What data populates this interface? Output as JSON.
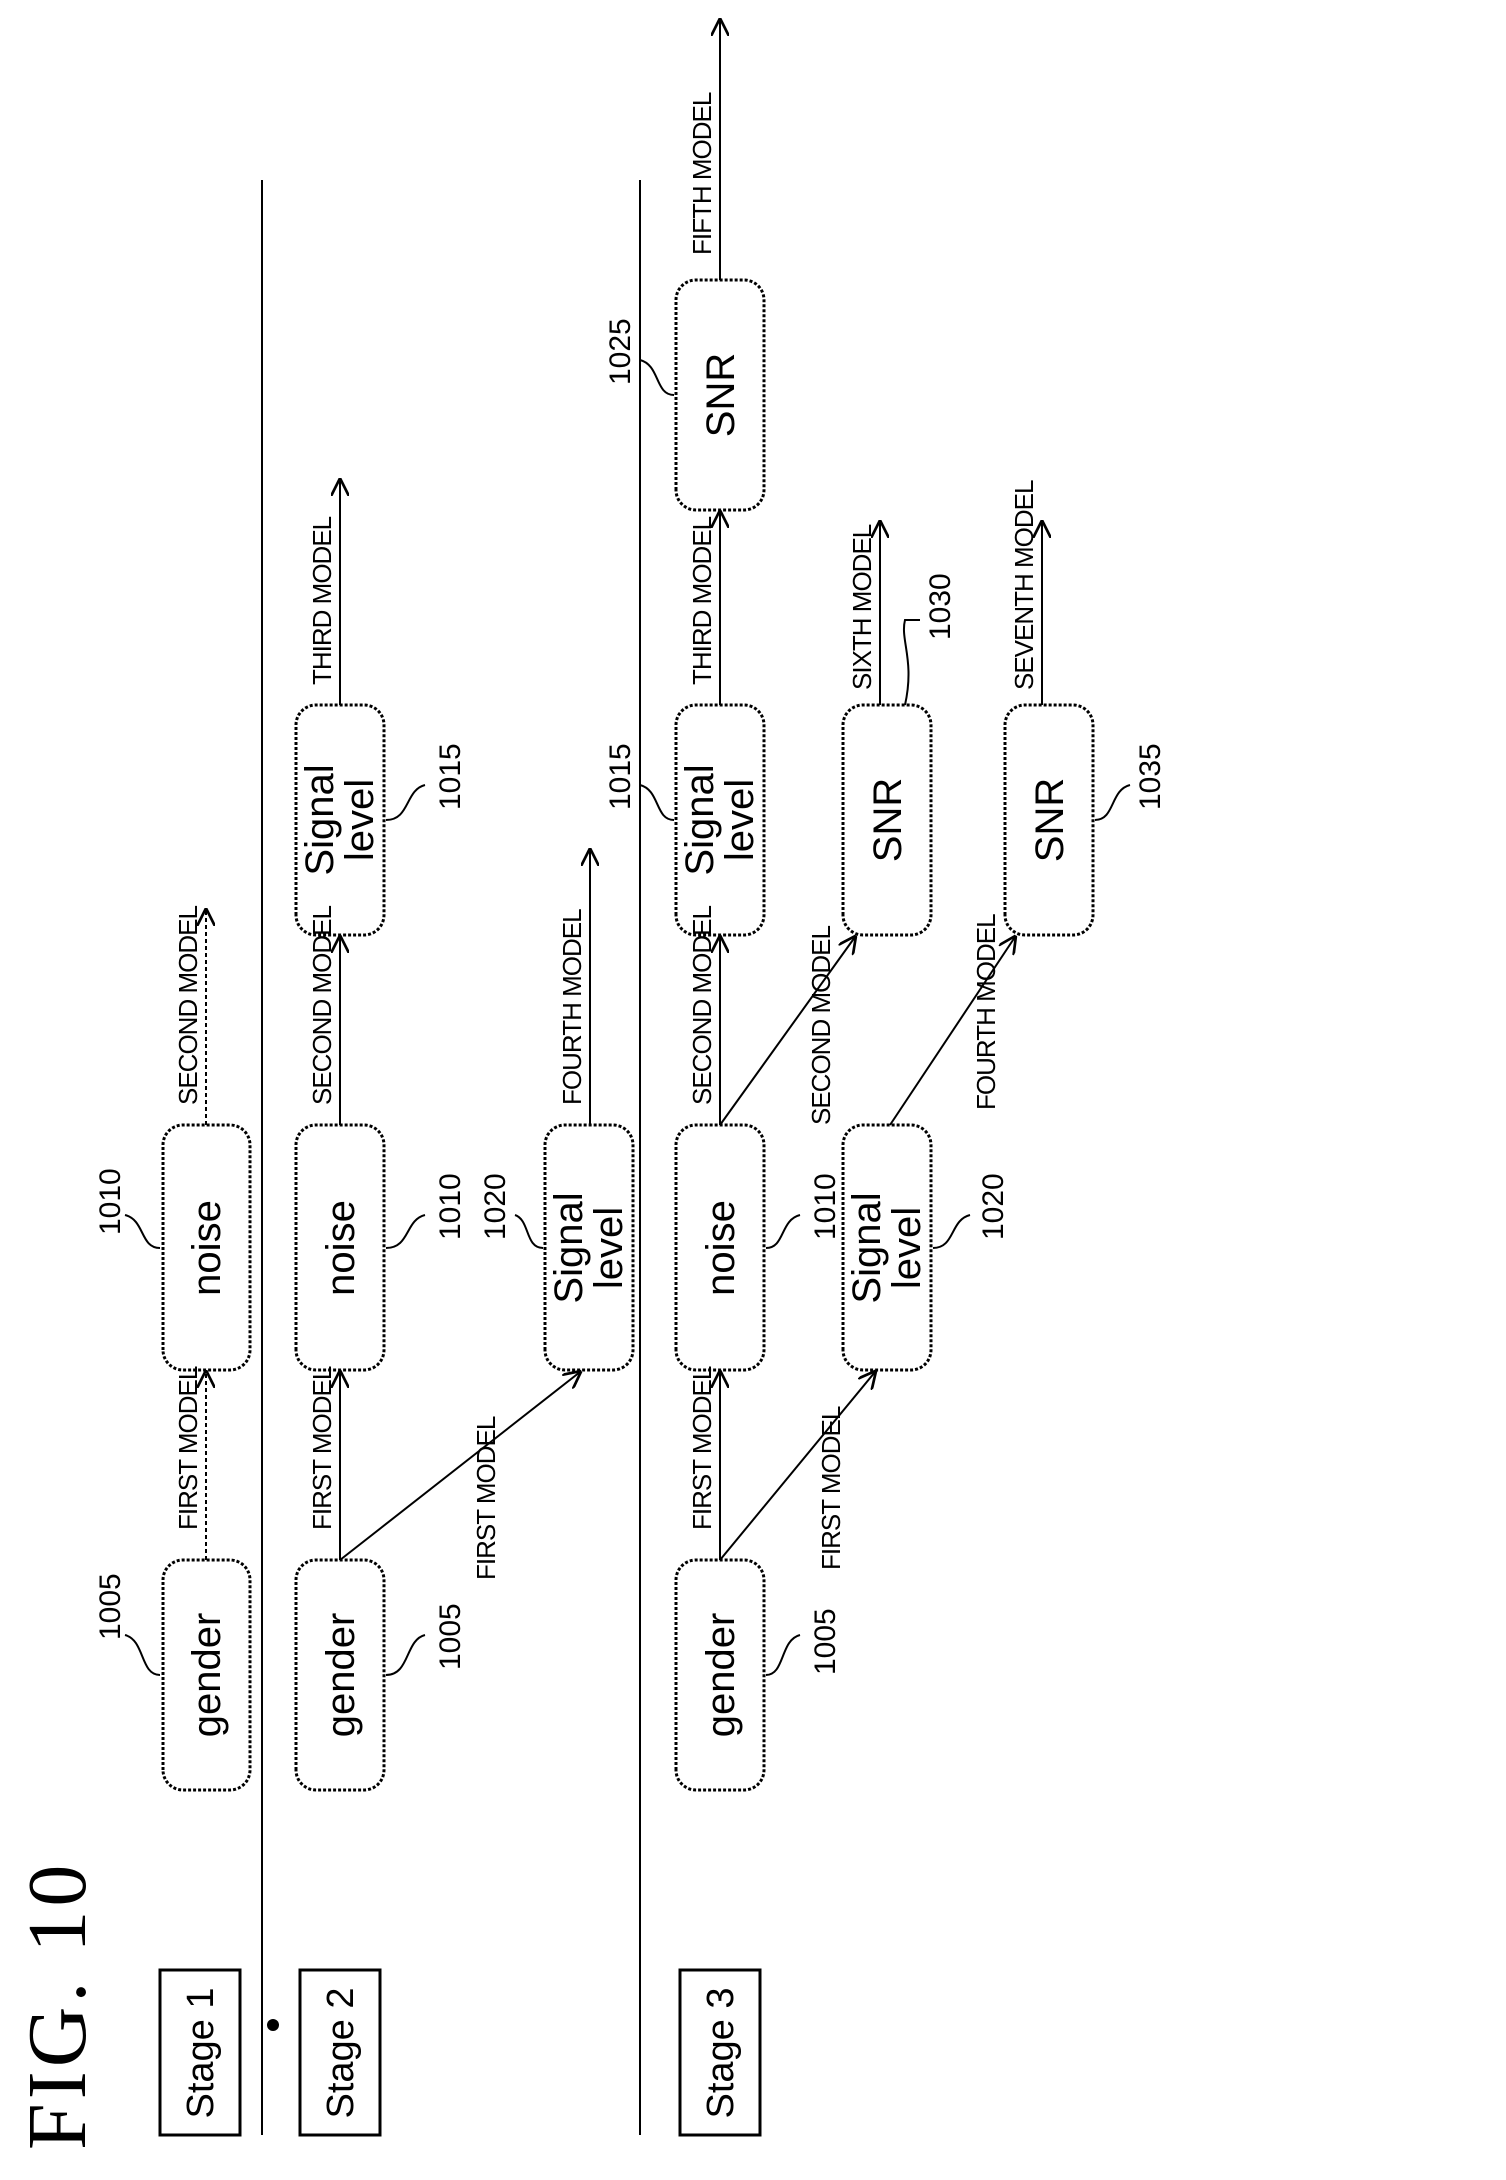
{
  "figure": {
    "title": "FIG. 10"
  },
  "stages": [
    {
      "label": "Stage 1"
    },
    {
      "label": "Stage 2"
    },
    {
      "label": "Stage 3"
    }
  ],
  "nodes": {
    "gender": "gender",
    "noise": "noise",
    "signal_level_line1": "Signal",
    "signal_level_line2": "level",
    "snr": "SNR"
  },
  "models": {
    "first": "FIRST MODEL",
    "second": "SECOND MODEL",
    "third": "THIRD MODEL",
    "fourth": "FOURTH MODEL",
    "fifth": "FIFTH MODEL",
    "sixth": "SIXTH MODEL",
    "seventh": "SEVENTH MODEL"
  },
  "refs": {
    "r1005": "1005",
    "r1010": "1010",
    "r1015": "1015",
    "r1020": "1020",
    "r1025": "1025",
    "r1030": "1030",
    "r1035": "1035"
  }
}
